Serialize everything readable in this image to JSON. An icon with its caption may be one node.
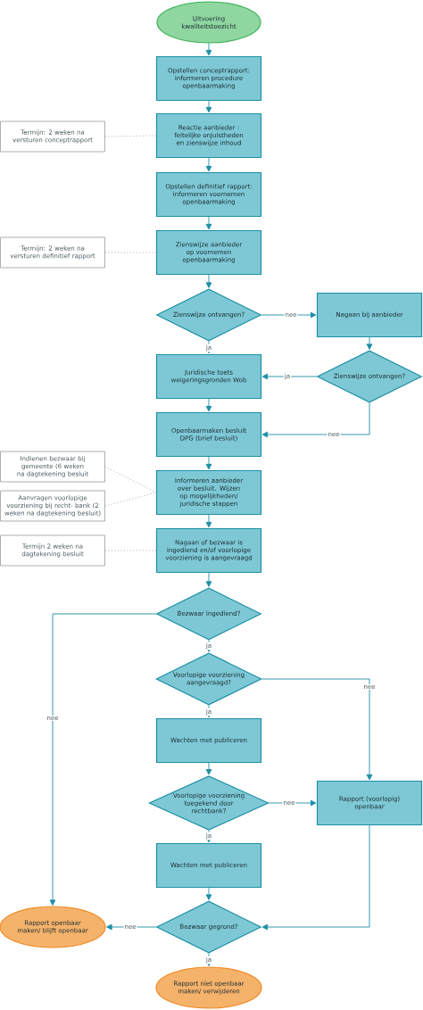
{
  "diagram": {
    "nodes": [
      {
        "text": [
          "Uitvoering kwaliteitstoezicht"
        ]
      },
      {
        "text": [
          "Opstellen conceptrapport: informeren procedure openbaarmaking"
        ]
      },
      {
        "text": [
          "Reactie aanbieder : feitelijke onjuistheden en zienswijze inhoud"
        ]
      },
      {
        "text": [
          "Opstellen definitief rapport: informeren voornemen openbaarmaking"
        ]
      },
      {
        "text": [
          "Zienswijze aanbieder op voornemen openbaarmaking"
        ]
      },
      {
        "text": [
          "Zienswijze ontvangen?"
        ]
      },
      {
        "text": [
          "Nagaan bij aanbieder"
        ]
      },
      {
        "text": [
          "Zienswijze ontvangen?"
        ]
      },
      {
        "text": [
          "Juridische toets weigeringsgronden Wob"
        ]
      },
      {
        "text": [
          "Openbaarmaken besluit DPG (brief besluit)"
        ]
      },
      {
        "text": [
          "Informeren aanbieder over besluit. Wijzen op mogelijkheden/ juridische stappen"
        ]
      },
      {
        "text": [
          "Nagaan of bezwaar is ingediend en/of voorlopige voorziening is aangevraagd"
        ]
      },
      {
        "text": [
          "Bezwaar ingediend?"
        ]
      },
      {
        "text": [
          "Voorlopige voorziening aangevraagd?"
        ]
      },
      {
        "text": [
          "Wachten met publiceren"
        ]
      },
      {
        "text": [
          "Voorlopige voorziening toegekend door rechtbank?"
        ]
      },
      {
        "text": [
          "Rapport (voorlopig) openbaar"
        ]
      },
      {
        "text": [
          "Wachten met publiceren"
        ]
      },
      {
        "text": [
          "Bezwaar gegrond?"
        ]
      },
      {
        "text": [
          "Rapport openbaar maken/ blijft openbaar"
        ]
      },
      {
        "text": [
          "Rapport niet openbaar maken/ verwijderen"
        ]
      },
      {
        "text": [
          "Termijn: 2 weken na versturen conceptrapport"
        ]
      },
      {
        "text": [
          "Termijn: 2 weken na versturen definitief rapport"
        ]
      },
      {
        "text": [
          "Indienen bezwaar bij gemeente (6 weken na dagtekening besluit"
        ]
      },
      {
        "text": [
          "Aanvragen voorlopige voorziening bij recht- bank (2 weken na dagtekening besluit)"
        ]
      },
      {
        "text": [
          "Termijn 2 weken na dagtekening besluit"
        ]
      }
    ],
    "edges": [
      {
        "from": 0,
        "to": 1,
        "arrow": "to"
      },
      {
        "from": 1,
        "to": 2,
        "arrow": "to"
      },
      {
        "from": 2,
        "to": 3,
        "arrow": "to"
      },
      {
        "from": 3,
        "to": 4,
        "arrow": "to"
      },
      {
        "from": 4,
        "to": 5,
        "arrow": "to"
      },
      {
        "from": 5,
        "to": 6,
        "arrow": "to",
        "label": "nee"
      },
      {
        "from": 5,
        "to": 8,
        "arrow": "to",
        "label": "ja"
      },
      {
        "from": 6,
        "to": 7,
        "arrow": "to"
      },
      {
        "from": 7,
        "to": 8,
        "arrow": "to",
        "label": "ja"
      },
      {
        "from": 7,
        "to": 9,
        "arrow": "to",
        "label": "nee"
      },
      {
        "from": 8,
        "to": 9,
        "arrow": "to"
      },
      {
        "from": 9,
        "to": 10,
        "arrow": "to"
      },
      {
        "from": 10,
        "to": 11,
        "arrow": "to"
      },
      {
        "from": 11,
        "to": 12,
        "arrow": "to"
      },
      {
        "from": 12,
        "to": 19,
        "arrow": "to",
        "label": "nee"
      },
      {
        "from": 12,
        "to": 13,
        "arrow": "to",
        "label": "ja"
      },
      {
        "from": 13,
        "to": 16,
        "arrow": "to",
        "label": "nee"
      },
      {
        "from": 13,
        "to": 14,
        "arrow": "to",
        "label": "ja"
      },
      {
        "from": 14,
        "to": 15,
        "arrow": "to"
      },
      {
        "from": 15,
        "to": 16,
        "arrow": "to",
        "label": "nee"
      },
      {
        "from": 15,
        "to": 17,
        "arrow": "to",
        "label": "ja"
      },
      {
        "from": 16,
        "to": 18,
        "arrow": "to"
      },
      {
        "from": 17,
        "to": 18,
        "arrow": "to"
      },
      {
        "from": 18,
        "to": 19,
        "arrow": "to",
        "label": "nee"
      },
      {
        "from": 18,
        "to": 20,
        "arrow": "to",
        "label": "ja"
      },
      {
        "from": 21,
        "to": 2,
        "arrow": "none",
        "style": "dashed",
        "color": "#9a9a9a"
      },
      {
        "from": 22,
        "to": 4,
        "arrow": "none",
        "style": "dashed",
        "color": "#9a9a9a"
      },
      {
        "from": 23,
        "to": 10,
        "arrow": "none",
        "style": "dashed",
        "color": "#9a9a9a"
      },
      {
        "from": 24,
        "to": 10,
        "arrow": "none",
        "style": "dashed",
        "color": "#9a9a9a"
      },
      {
        "from": 25,
        "to": 11,
        "arrow": "none",
        "style": "dashed",
        "color": "#9a9a9a"
      }
    ]
  }
}
